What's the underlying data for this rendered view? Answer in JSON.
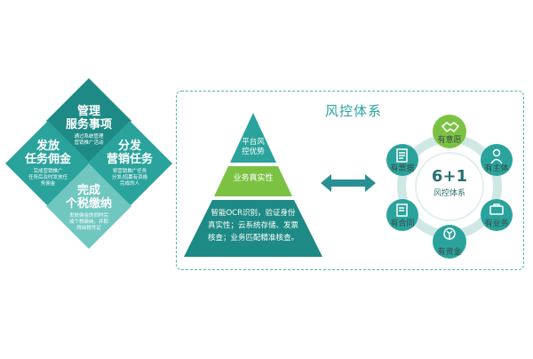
{
  "colors": {
    "teal_dark": "#1e8a85",
    "teal_mid": "#2aa39c",
    "teal_light": "#6fc7c0",
    "green": "#7cc242",
    "panel_border": "#4fb3ad"
  },
  "diamonds": [
    {
      "key": "manage",
      "title_lines": [
        "管理",
        "服务事项"
      ],
      "desc_lines": [
        "通过系统管理",
        "营销推广活动"
      ]
    },
    {
      "key": "pay",
      "title_lines": [
        "发放",
        "任务佣金"
      ],
      "desc_lines": [
        "完成营销推广",
        "任务后及时发放任",
        "务佣金"
      ]
    },
    {
      "key": "dispatch",
      "title_lines": [
        "分发",
        "营销任务"
      ],
      "desc_lines": [
        "将营销推广任务",
        "分发/招募有资格",
        "完成的人"
      ]
    },
    {
      "key": "tax",
      "title_lines": [
        "完成",
        "个税缴纳"
      ],
      "desc_lines": [
        "发放佣金的同时完",
        "成个税缴纳，并取",
        "得纳税凭证"
      ]
    }
  ],
  "panel": {
    "title": "风控体系"
  },
  "pyramid": {
    "top_lines": [
      "平台风",
      "控优势"
    ],
    "middle": "业务真实性",
    "bottom_lines": [
      "智能OCR识别，验证身份",
      "真实性；云系统存储、发票",
      "核查；业务匹配精准核查。"
    ]
  },
  "center": {
    "number": "6+1",
    "label": "风控体系"
  },
  "satellites": [
    {
      "label": "有意愿",
      "icon": "handshake-icon",
      "color": "green"
    },
    {
      "label": "有主体",
      "icon": "person-icon",
      "color": "teal"
    },
    {
      "label": "有业务",
      "icon": "briefcase-icon",
      "color": "teal"
    },
    {
      "label": "有资金",
      "icon": "money-icon",
      "color": "teal"
    },
    {
      "label": "有合同",
      "icon": "contract-icon",
      "color": "teal"
    },
    {
      "label": "有票据",
      "icon": "invoice-icon",
      "color": "teal"
    }
  ]
}
